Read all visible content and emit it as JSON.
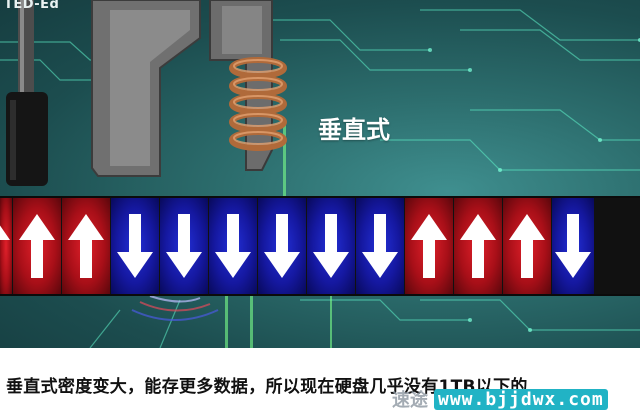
{
  "overlay": {
    "corner_text": "TED-Ed",
    "mode_label": "垂直式"
  },
  "strip": {
    "cells": [
      "up-partial",
      "up",
      "up",
      "down",
      "down",
      "down",
      "down",
      "down",
      "down",
      "up",
      "up",
      "up",
      "down-partial"
    ]
  },
  "caption": {
    "text": "垂直式密度变大，能存更多数据，所以现在硬盘几乎没有1TB以下的"
  },
  "watermark": {
    "cn_text": "速途",
    "url_text": "www.bjjdwx.com"
  },
  "colors": {
    "up_red": "#c4141e",
    "down_blue": "#1a1fc0",
    "watermark_bg": "#21b3c5"
  }
}
